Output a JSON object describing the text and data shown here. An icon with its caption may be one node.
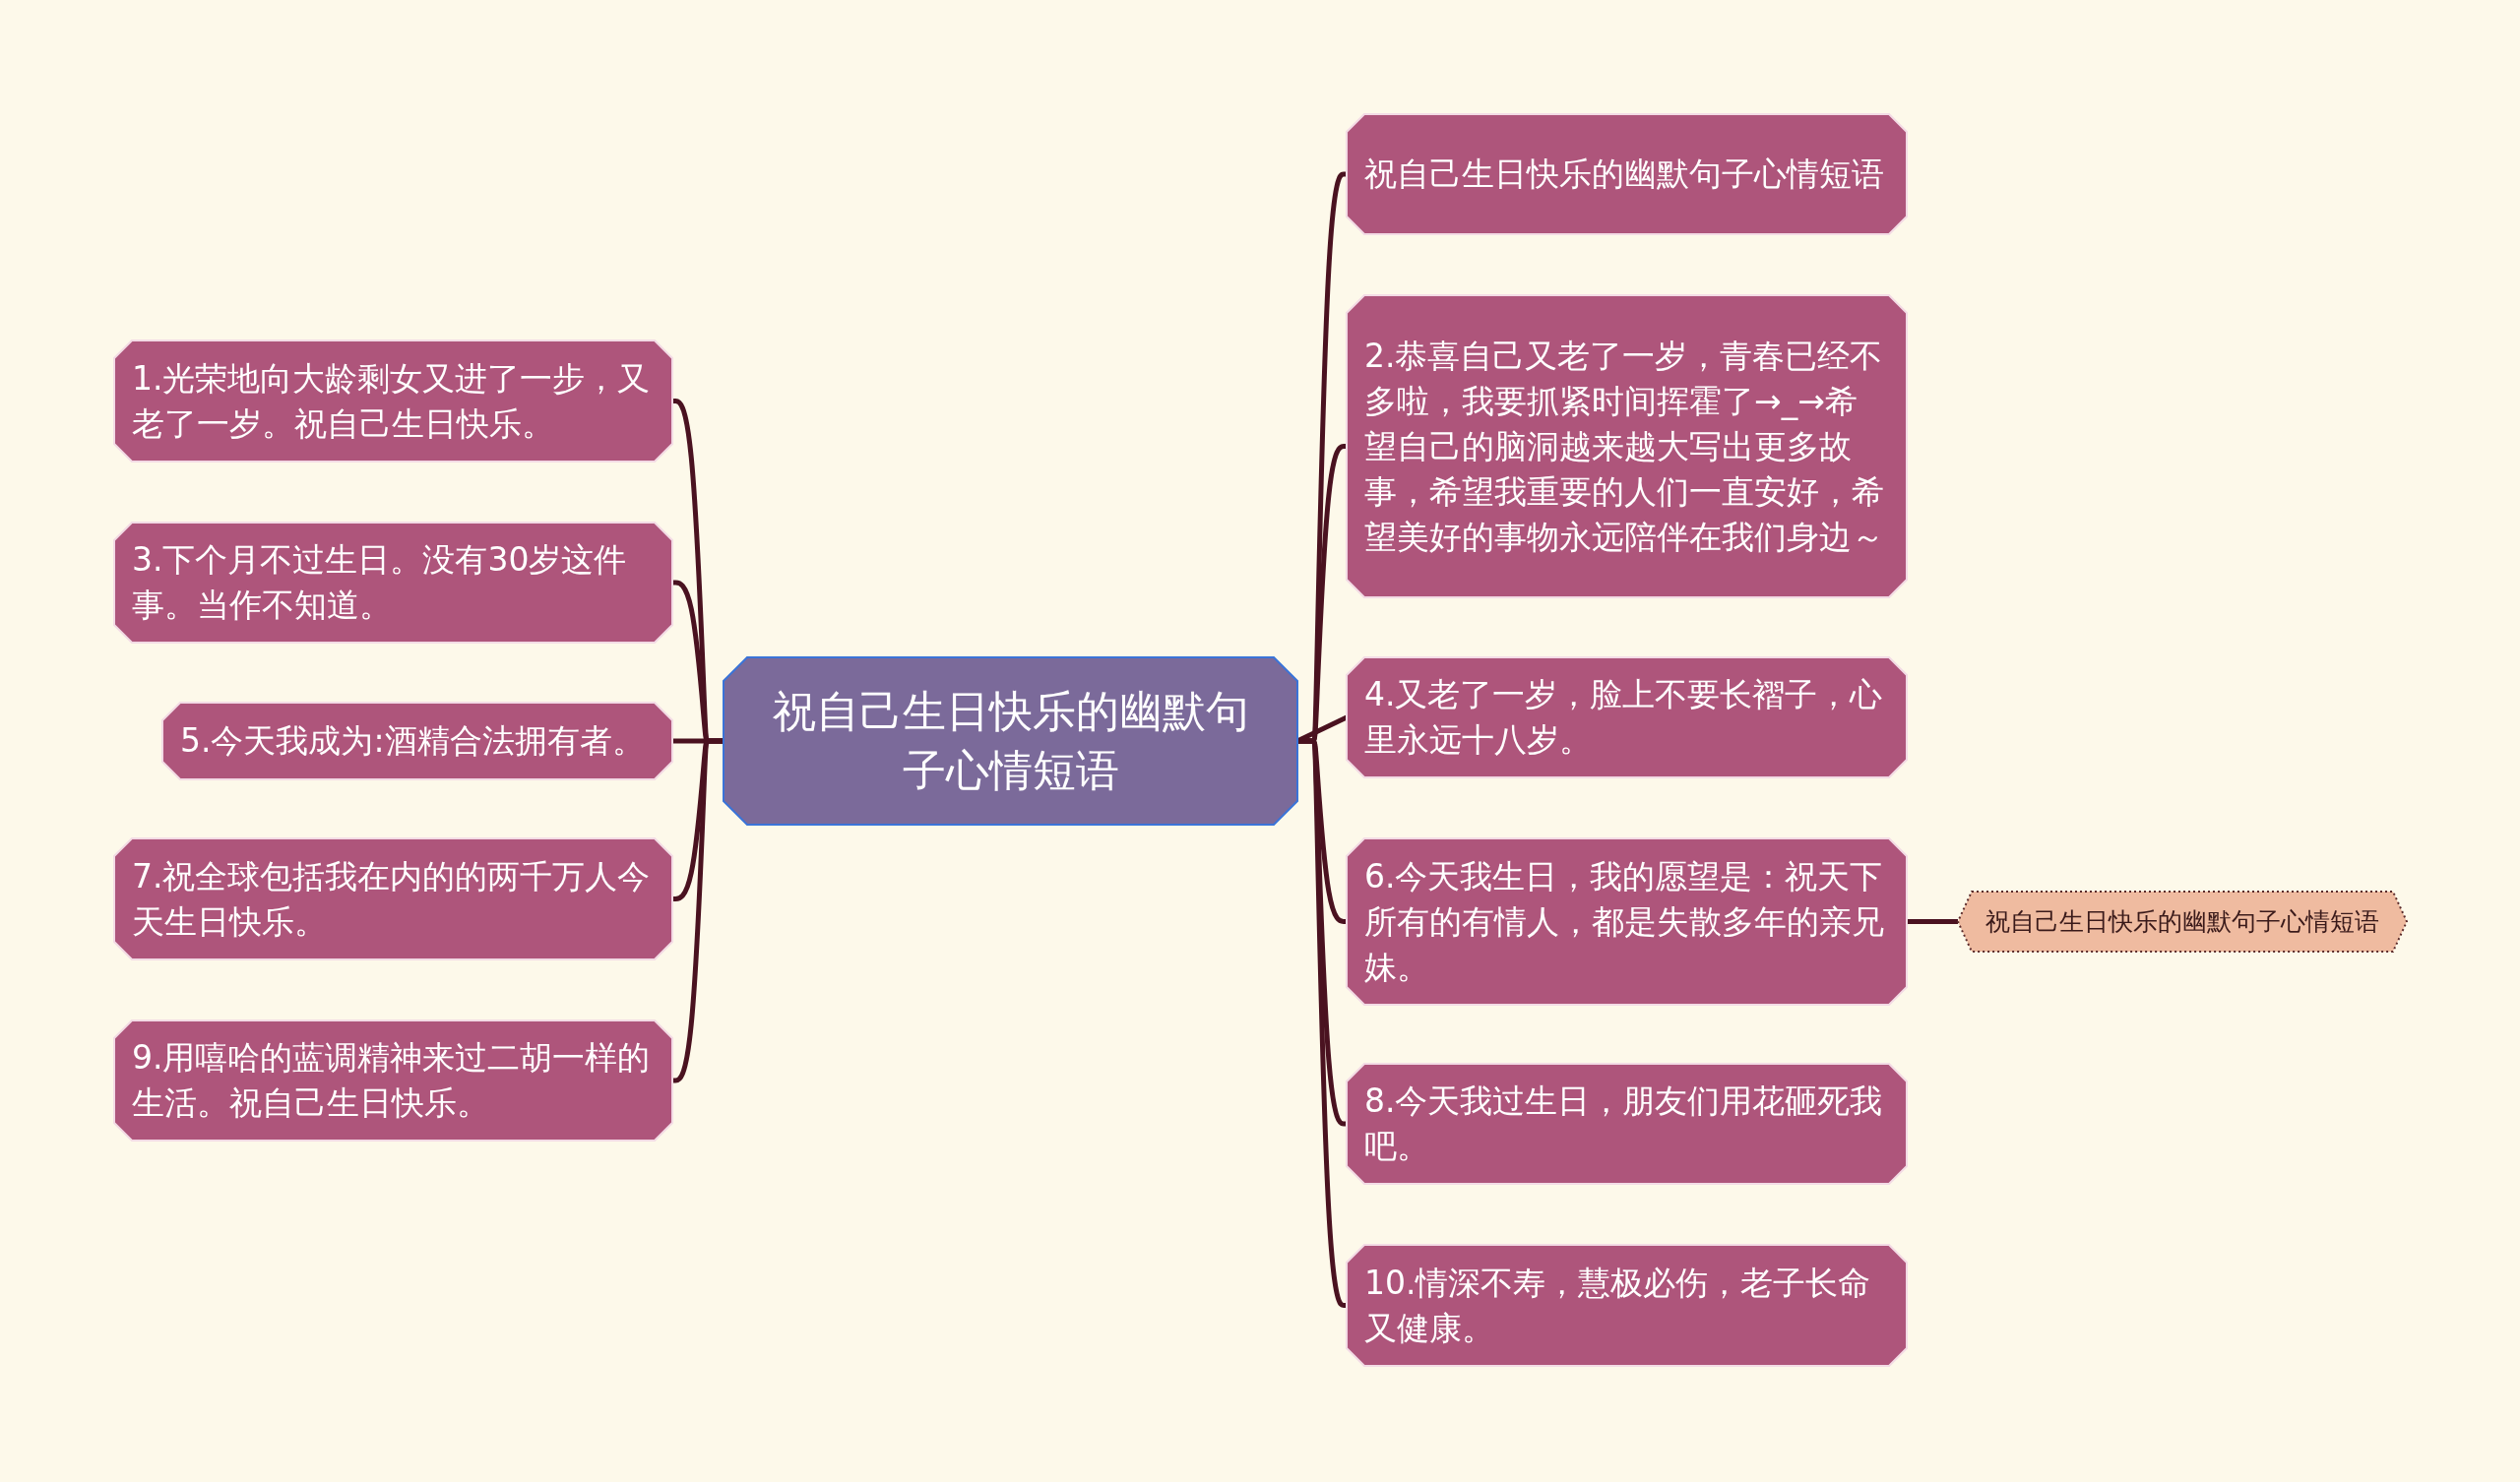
{
  "diagram": {
    "nodes": [
      {
        "text": [
          "祝自己生日快乐的幽默句子心情短语"
        ]
      },
      {
        "text": [
          "祝自己生日快乐的幽默句子心情短语"
        ]
      },
      {
        "text": [
          "2.恭喜自己又老了一岁，青春已经不多啦，我要抓紧时间挥霍了→_→希望自己的脑洞越来越大写出更多故事，希望我重要的人们一直安好，希望美好的事物永远陪伴在我们身边～"
        ]
      },
      {
        "text": [
          "4.又老了一岁，脸上不要长褶子，心里永远十八岁。"
        ]
      },
      {
        "text": [
          "6.今天我生日，我的愿望是：祝天下所有的有情人，都是失散多年的亲兄妹。"
        ]
      },
      {
        "text": [
          "8.今天我过生日，朋友们用花砸死我吧。"
        ]
      },
      {
        "text": [
          "10.情深不寿，慧极必伤，老子长命又健康。"
        ]
      },
      {
        "text": [
          "1.光荣地向大龄剩女又进了一步，又老了一岁。祝自己生日快乐。"
        ]
      },
      {
        "text": [
          "3.下个月不过生日。没有30岁这件事。当作不知道。"
        ]
      },
      {
        "text": [
          "5.今天我成为:酒精合法拥有者。"
        ]
      },
      {
        "text": [
          "7.祝全球包括我在内的的两千万人今天生日快乐。"
        ]
      },
      {
        "text": [
          "9.用嘻哈的蓝调精神来过二胡一样的生活。祝自己生日快乐。"
        ]
      },
      {
        "text": [
          "祝自己生日快乐的幽默句子心情短语"
        ]
      }
    ],
    "edges": [
      {
        "from": 0,
        "to": 1,
        "arrow": "none"
      },
      {
        "from": 0,
        "to": 2,
        "arrow": "none"
      },
      {
        "from": 0,
        "to": 3,
        "arrow": "none"
      },
      {
        "from": 0,
        "to": 4,
        "arrow": "none"
      },
      {
        "from": 0,
        "to": 5,
        "arrow": "none"
      },
      {
        "from": 0,
        "to": 6,
        "arrow": "none"
      },
      {
        "from": 0,
        "to": 7,
        "arrow": "none"
      },
      {
        "from": 0,
        "to": 8,
        "arrow": "none"
      },
      {
        "from": 0,
        "to": 9,
        "arrow": "none"
      },
      {
        "from": 0,
        "to": 10,
        "arrow": "none"
      },
      {
        "from": 0,
        "to": 11,
        "arrow": "none"
      },
      {
        "from": 4,
        "to": 12,
        "arrow": "none"
      }
    ]
  }
}
